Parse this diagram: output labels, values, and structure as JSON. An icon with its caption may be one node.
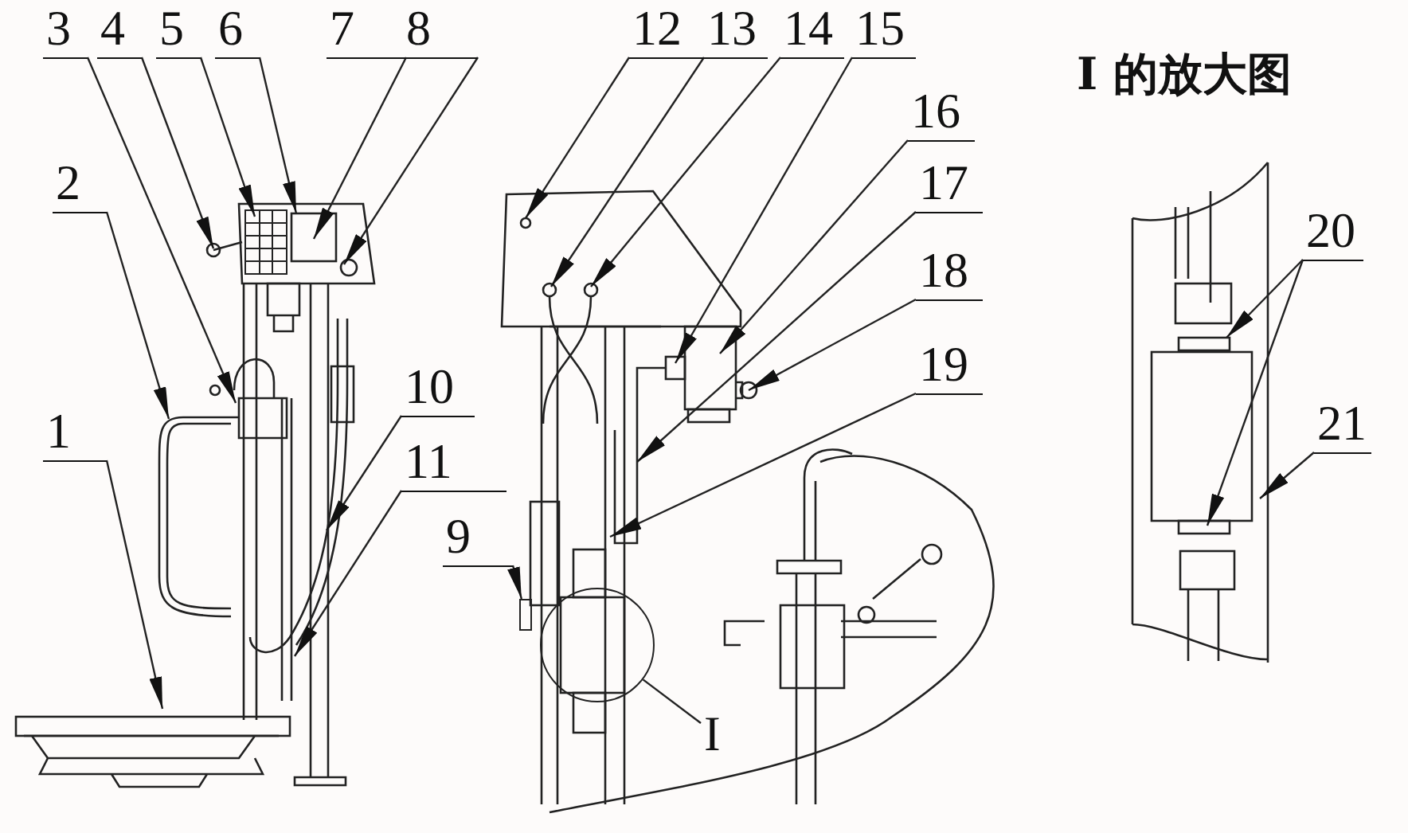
{
  "diagram": {
    "title": "I 的放大图",
    "nodes": [
      {
        "text": [
          "1"
        ]
      },
      {
        "text": [
          "2"
        ]
      },
      {
        "text": [
          "3"
        ]
      },
      {
        "text": [
          "4"
        ]
      },
      {
        "text": [
          "5"
        ]
      },
      {
        "text": [
          "6"
        ]
      },
      {
        "text": [
          "7"
        ]
      },
      {
        "text": [
          "8"
        ]
      },
      {
        "text": [
          "9"
        ]
      },
      {
        "text": [
          "10"
        ]
      },
      {
        "text": [
          "11"
        ]
      },
      {
        "text": [
          "12"
        ]
      },
      {
        "text": [
          "13"
        ]
      },
      {
        "text": [
          "14"
        ]
      },
      {
        "text": [
          "15"
        ]
      },
      {
        "text": [
          "16"
        ]
      },
      {
        "text": [
          "17"
        ]
      },
      {
        "text": [
          "18"
        ]
      },
      {
        "text": [
          "19"
        ]
      },
      {
        "text": [
          "20"
        ]
      },
      {
        "text": [
          "21"
        ]
      },
      {
        "text": [
          "I"
        ]
      },
      {
        "text": [],
        "shape": "circle"
      },
      {
        "text": [],
        "shape": "box"
      }
    ],
    "edges": [
      {
        "from": 0,
        "to": null,
        "arrow": "to"
      },
      {
        "from": 1,
        "to": null,
        "arrow": "to"
      },
      {
        "from": 2,
        "to": null,
        "arrow": "to"
      },
      {
        "from": 3,
        "to": null,
        "arrow": "to"
      },
      {
        "from": 4,
        "to": null,
        "arrow": "to"
      },
      {
        "from": 5,
        "to": null,
        "arrow": "to"
      },
      {
        "from": 6,
        "to": null,
        "arrow": "to"
      },
      {
        "from": 7,
        "to": null,
        "arrow": "to"
      },
      {
        "from": 8,
        "to": 23,
        "arrow": "to"
      },
      {
        "from": 9,
        "to": null,
        "arrow": "to"
      },
      {
        "from": 10,
        "to": null,
        "arrow": "to"
      },
      {
        "from": 11,
        "to": null,
        "arrow": "to"
      },
      {
        "from": 12,
        "to": null,
        "arrow": "to"
      },
      {
        "from": 13,
        "to": null,
        "arrow": "to"
      },
      {
        "from": 14,
        "to": null,
        "arrow": "to"
      },
      {
        "from": 15,
        "to": null,
        "arrow": "to"
      },
      {
        "from": 16,
        "to": null,
        "arrow": "to"
      },
      {
        "from": 17,
        "to": null,
        "arrow": "to"
      },
      {
        "from": 18,
        "to": null,
        "arrow": "to"
      },
      {
        "from": 19,
        "to": null,
        "arrow": "to"
      },
      {
        "from": 19,
        "to": null,
        "arrow": "to"
      },
      {
        "from": 20,
        "to": null,
        "arrow": "to"
      },
      {
        "from": 21,
        "to": 22,
        "arrow": "none"
      }
    ]
  }
}
